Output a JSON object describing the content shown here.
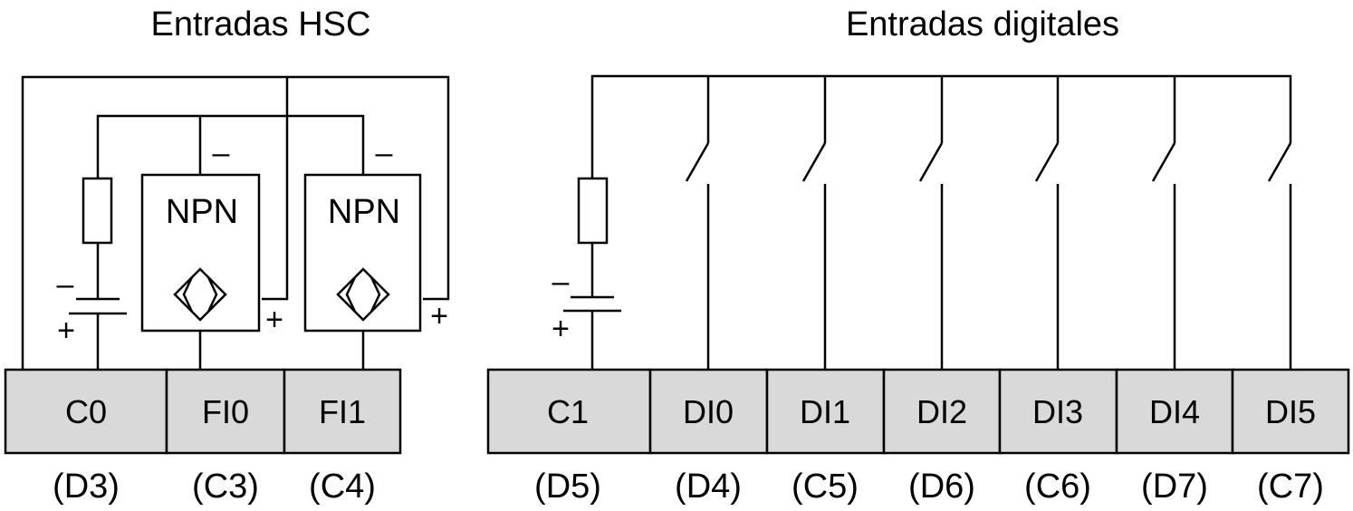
{
  "titles": {
    "hsc": "Entradas HSC",
    "digital": "Entradas digitales"
  },
  "sensors": [
    {
      "type": "NPN",
      "minus": "–",
      "plus": "+"
    },
    {
      "type": "NPN",
      "minus": "–",
      "plus": "+"
    }
  ],
  "supplies": [
    {
      "minus": "–",
      "plus": "+"
    },
    {
      "minus": "–",
      "plus": "+"
    }
  ],
  "hsc_terminals": [
    {
      "label": "C0",
      "code": "(D3)"
    },
    {
      "label": "FI0",
      "code": "(C3)"
    },
    {
      "label": "FI1",
      "code": "(C4)"
    }
  ],
  "digital_terminals": [
    {
      "label": "C1",
      "code": "(D5)"
    },
    {
      "label": "DI0",
      "code": "(D4)"
    },
    {
      "label": "DI1",
      "code": "(C5)"
    },
    {
      "label": "DI2",
      "code": "(D6)"
    },
    {
      "label": "DI3",
      "code": "(C6)"
    },
    {
      "label": "DI4",
      "code": "(D7)"
    },
    {
      "label": "DI5",
      "code": "(C7)"
    }
  ],
  "colors": {
    "terminal_fill": "#d9d9d9",
    "line": "#000000"
  }
}
